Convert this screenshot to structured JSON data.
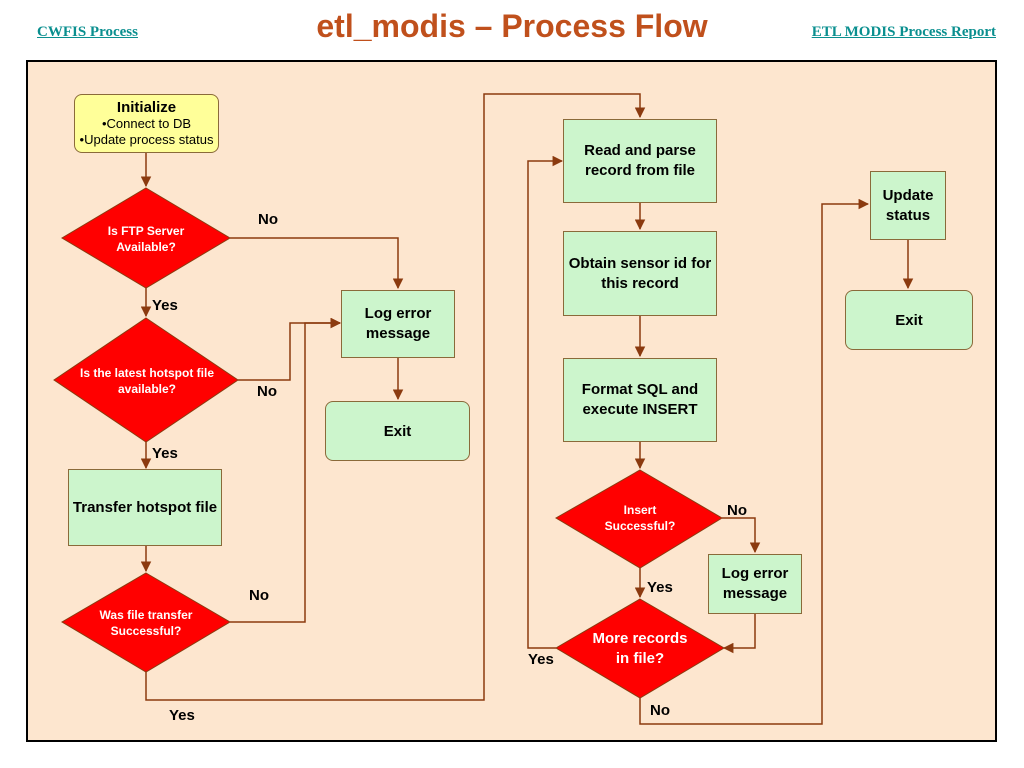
{
  "header": {
    "title": "etl_modis – Process Flow",
    "left_link": "CWFIS Process",
    "right_link": "ETL MODIS Process Report"
  },
  "nodes": {
    "initialize": {
      "title": "Initialize",
      "bullets": [
        "•Connect to DB",
        "•Update process status"
      ]
    },
    "ftp_available": "Is FTP Server Available?",
    "hotspot_available": "Is the latest  hotspot file available?",
    "transfer_file": "Transfer hotspot file",
    "transfer_success": "Was file transfer Successful?",
    "log_error_1": "Log error message",
    "exit_1": "Exit",
    "read_parse": "Read and parse record from file",
    "obtain_sensor": "Obtain sensor id for this record",
    "format_sql": "Format SQL and execute INSERT",
    "insert_success": "Insert Successful?",
    "log_error_2": "Log error message",
    "more_records": "More records in file?",
    "update_status": "Update status",
    "exit_2": "Exit"
  },
  "edge_labels": {
    "ftp_no": "No",
    "ftp_yes": "Yes",
    "hotspot_no": "No",
    "hotspot_yes": "Yes",
    "transfer_no": "No",
    "transfer_yes": "Yes",
    "insert_no": "No",
    "insert_yes": "Yes",
    "more_yes": "Yes",
    "more_no": "No"
  },
  "colors": {
    "decision_fill": "#ff0000",
    "process_fill": "#ccf5cc",
    "init_fill": "#ffff99",
    "connector": "#8b3a0f",
    "panel_bg": "#fde6cf",
    "title": "#c0501c",
    "link": "#0a8f8f"
  }
}
